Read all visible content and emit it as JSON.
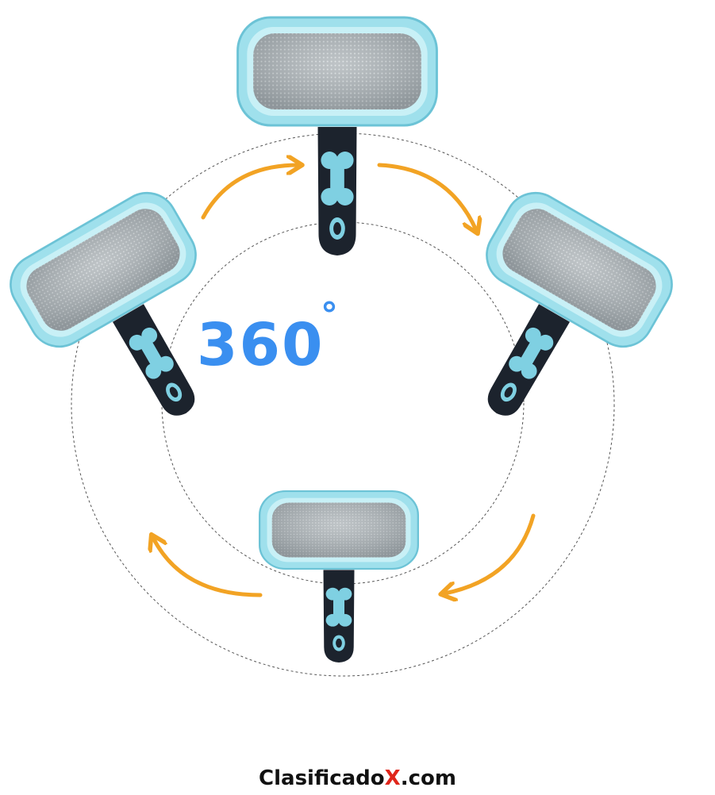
{
  "rotation": {
    "value": "360",
    "degree_symbol": "°"
  },
  "watermark": {
    "prefix": "Clasificado",
    "highlight": "X",
    "suffix": ".com"
  },
  "colors": {
    "brush_frame": "#9fe0ec",
    "brush_frame_edge": "#6cc3d6",
    "bristle_pad": "#a9b0b4",
    "handle": "#1c232d",
    "bone_grip": "#7fd0e2",
    "arrow": "#f2a324",
    "label_blue": "#3a8ff0",
    "watermark_x": "#e0261b"
  },
  "objects": [
    "slicker-brush-top",
    "slicker-brush-right",
    "slicker-brush-bottom",
    "slicker-brush-left"
  ]
}
